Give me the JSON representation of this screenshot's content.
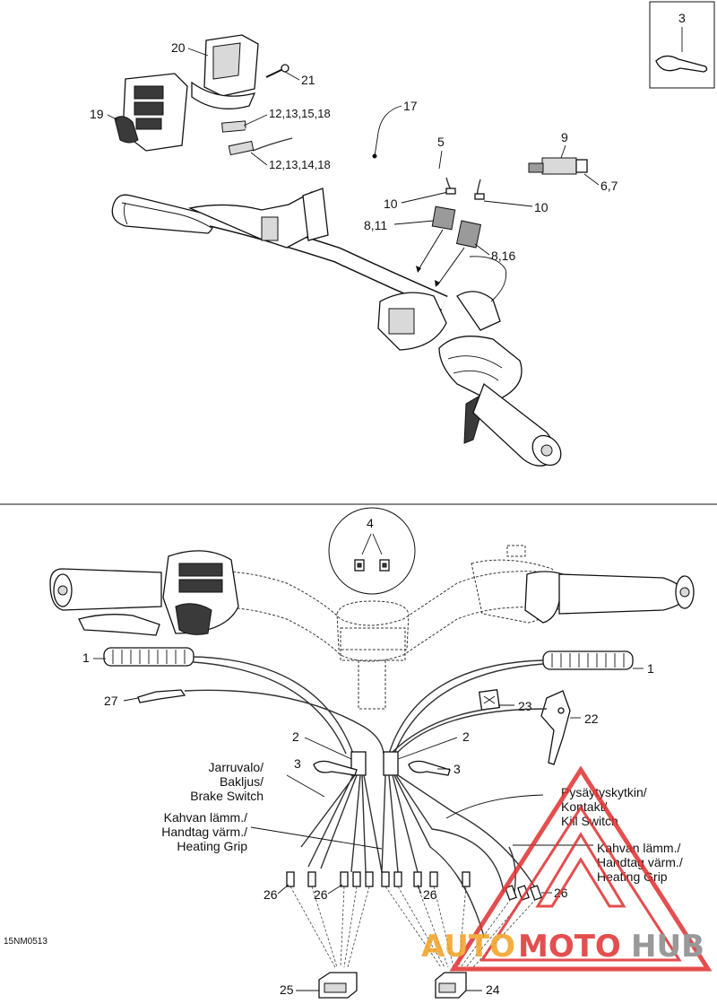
{
  "diagram_id": "15NM0513",
  "parts_top": {
    "tie_label": "3",
    "switch_housing": "19",
    "cover": "20",
    "screw": "21",
    "connector_upper": "12,13,15,18",
    "connector_lower": "12,13,14,18",
    "harness_clip": "17",
    "harness": "5",
    "connector_block": "9",
    "connector_codes": "6,7",
    "clip_left": "10",
    "clip_right": "10",
    "plug_left": "8,11",
    "plug_right": "8,16"
  },
  "parts_bottom": {
    "grip_left": "1",
    "grip_right": "1",
    "clamp": "4",
    "wire_tie_left_id": "2",
    "wire_tie_right_id": "2",
    "cable_tie_left": "3",
    "cable_tie_right": "3",
    "sensor": "27",
    "grommet": "23",
    "bracket": "22",
    "terminal_1": "26",
    "terminal_2": "26",
    "terminal_3": "26",
    "terminal_4": "26",
    "housing_left": "25",
    "housing_right": "24"
  },
  "annotations": {
    "brake_line1": "Jarruvalo/",
    "brake_line2": "Bakljus/",
    "brake_line3": "Brake Switch",
    "heat_left_line1": "Kahvan lämm./",
    "heat_left_line2": "Handtag värm./",
    "heat_left_line3": "Heating Grip",
    "kill_line1": "Pysäytyskytkin/",
    "kill_line2": "Kontakt/",
    "kill_line3": "Kill Switch",
    "heat_right_line1": "Kahvan lämm./",
    "heat_right_line2": "Handtag värm./",
    "heat_right_line3": "Heating Grip"
  },
  "watermark": {
    "part1": "AUTO",
    "part2": "MOTO",
    "part3": "HUB",
    "color_red": "#e03030",
    "color_orange": "#f0a020",
    "color_gray": "#888888"
  }
}
